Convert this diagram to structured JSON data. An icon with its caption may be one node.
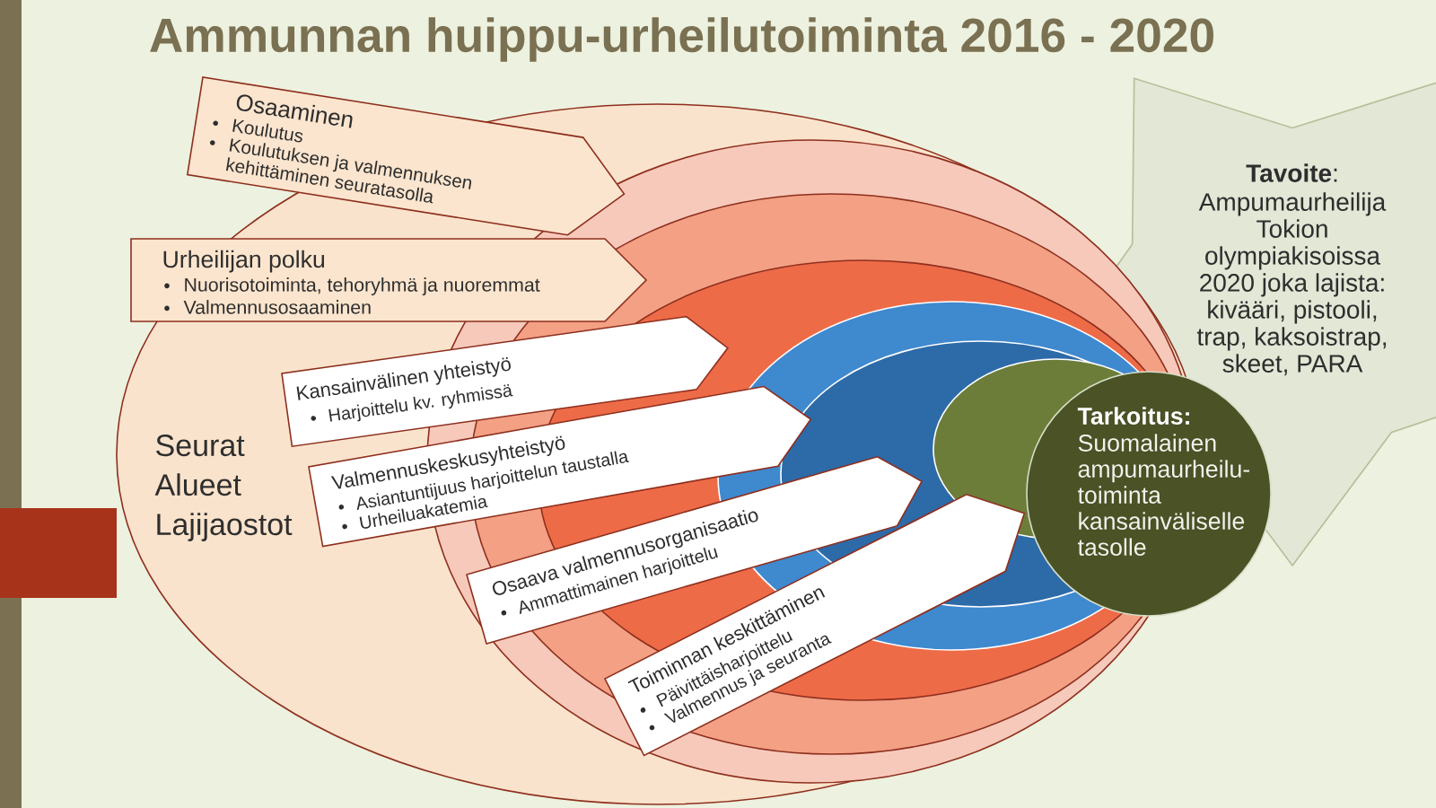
{
  "diagram": {
    "title": "Ammunnan huippu-urheilutoiminta 2016 - 2020",
    "nodes": [
      {
        "text": [
          "Osaaminen",
          "Koulutus",
          "Koulutuksen ja valmennuksen kehittäminen seuratasolla"
        ]
      },
      {
        "text": [
          "**Tavoite**:",
          "Ampumaurheilija Tokion olympiakisoissa 2020 joka lajista: kivääri, pistooli, trap, kaksoistrap, skeet, PARA"
        ]
      },
      {
        "text": [
          "Seurat Alueet Lajijaostot"
        ]
      },
      {
        "text": [
          "Urheilijan polku",
          "Nuorisotoiminta, tehoryhmä ja nuoremmat",
          "Valmennusosaaminen"
        ],
        "in": 2
      },
      {
        "text": [
          "Kansainvälinen yhteistyö",
          "Harjoittelu kv. ryhmissä"
        ],
        "in": 2
      },
      {
        "text": [
          "Tarkoitus:",
          "Suomalainen ampumaurheilu-toiminta kansainväliselle tasolle"
        ]
      },
      {
        "text": [
          "Valmennuskeskusyhteistyö",
          "Asiantuntijuus harjoittelun taustalla",
          "Urheiluakatemia"
        ],
        "in": 2
      },
      {
        "text": [
          "Osaava valmennusorganisaatio",
          "Ammattimainen harjoittelu"
        ],
        "in": 2
      },
      {
        "text": [
          "Toiminnan keskittäminen",
          "Päivittäisharjoittelu",
          "Valmennus ja seuranta"
        ],
        "in": 2
      }
    ]
  }
}
